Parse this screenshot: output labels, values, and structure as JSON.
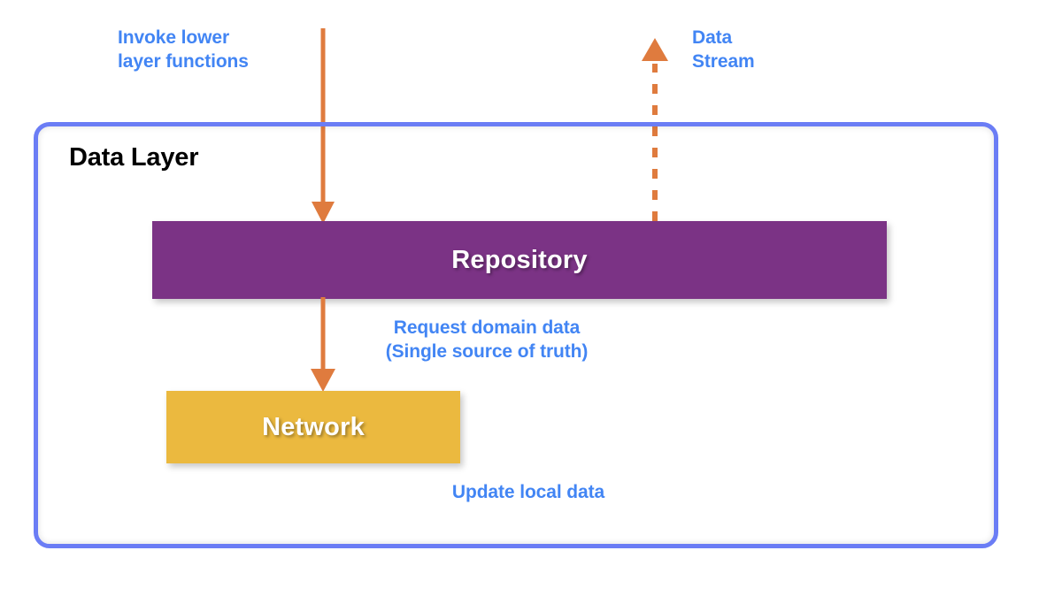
{
  "diagram": {
    "title": "Data Layer",
    "background_color": "#ffffff",
    "container": {
      "label": "Data Layer",
      "border_color": "#6b7df5"
    },
    "blocks": [
      {
        "id": "repository",
        "label": "Repository",
        "color": "#7b3385",
        "text_color": "#ffffff"
      },
      {
        "id": "network",
        "label": "Network",
        "color": "#ebb93f",
        "text_color": "#ffffff"
      }
    ],
    "notes": [
      {
        "id": "invoke",
        "text": "Invoke lower\nlayer functions",
        "color": "#4285f4"
      },
      {
        "id": "data-stream",
        "text": "Data\nStream",
        "color": "#4285f4"
      },
      {
        "id": "request-domain-data",
        "text": "Request domain data\n(Single source of truth)",
        "color": "#4285f4"
      },
      {
        "id": "update-local-data",
        "text": "Update local data",
        "color": "#4285f4"
      }
    ],
    "arrows": [
      {
        "id": "invoke-arrow",
        "style": "solid",
        "direction": "down",
        "color": "#df7b3e",
        "from": "top",
        "to": "repository"
      },
      {
        "id": "data-stream-arrow",
        "style": "dashed",
        "direction": "up",
        "color": "#df7b3e",
        "from": "repository",
        "to": "top"
      },
      {
        "id": "request-arrow",
        "style": "solid",
        "direction": "down",
        "color": "#df7b3e",
        "from": "repository",
        "to": "network"
      }
    ]
  }
}
